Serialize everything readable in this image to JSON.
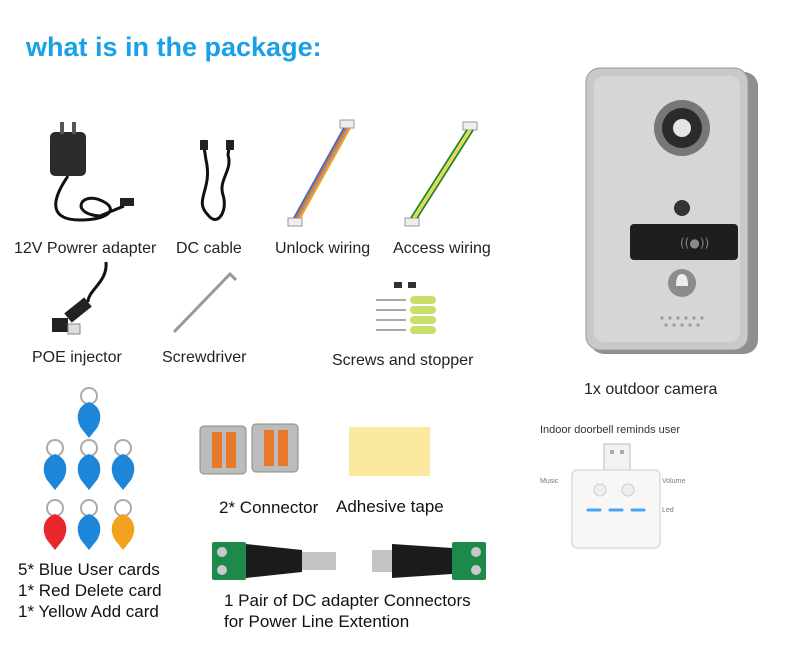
{
  "header": {
    "title": "what is in the package:"
  },
  "items": {
    "power_adapter": "12V Powrer adapter",
    "dc_cable": "DC cable",
    "unlock_wiring": "Unlock wiring",
    "access_wiring": "Access wiring",
    "poe_injector": "POE injector",
    "screwdriver": "Screwdriver",
    "screws": "Screws and stopper",
    "camera": "1x outdoor camera",
    "connector": "2* Connector",
    "tape": "Adhesive tape",
    "cards": [
      "5*  Blue User cards",
      "1*  Red Delete card",
      "1*  Yellow Add card"
    ],
    "dc_connectors": [
      "1 Pair of DC adapter Connectors",
      "for Power Line Extention"
    ]
  },
  "indoor": {
    "title": "Indoor doorbell reminds user",
    "music": "Music",
    "volume": "Volume",
    "led": "Led"
  },
  "colors": {
    "heading": "#1aa0e8",
    "card_blue": "#1e86d8",
    "card_red": "#e8262e",
    "card_yellow": "#f3a11f",
    "tape": "#fbe9a0",
    "camera_body": "#c9c9c9"
  }
}
